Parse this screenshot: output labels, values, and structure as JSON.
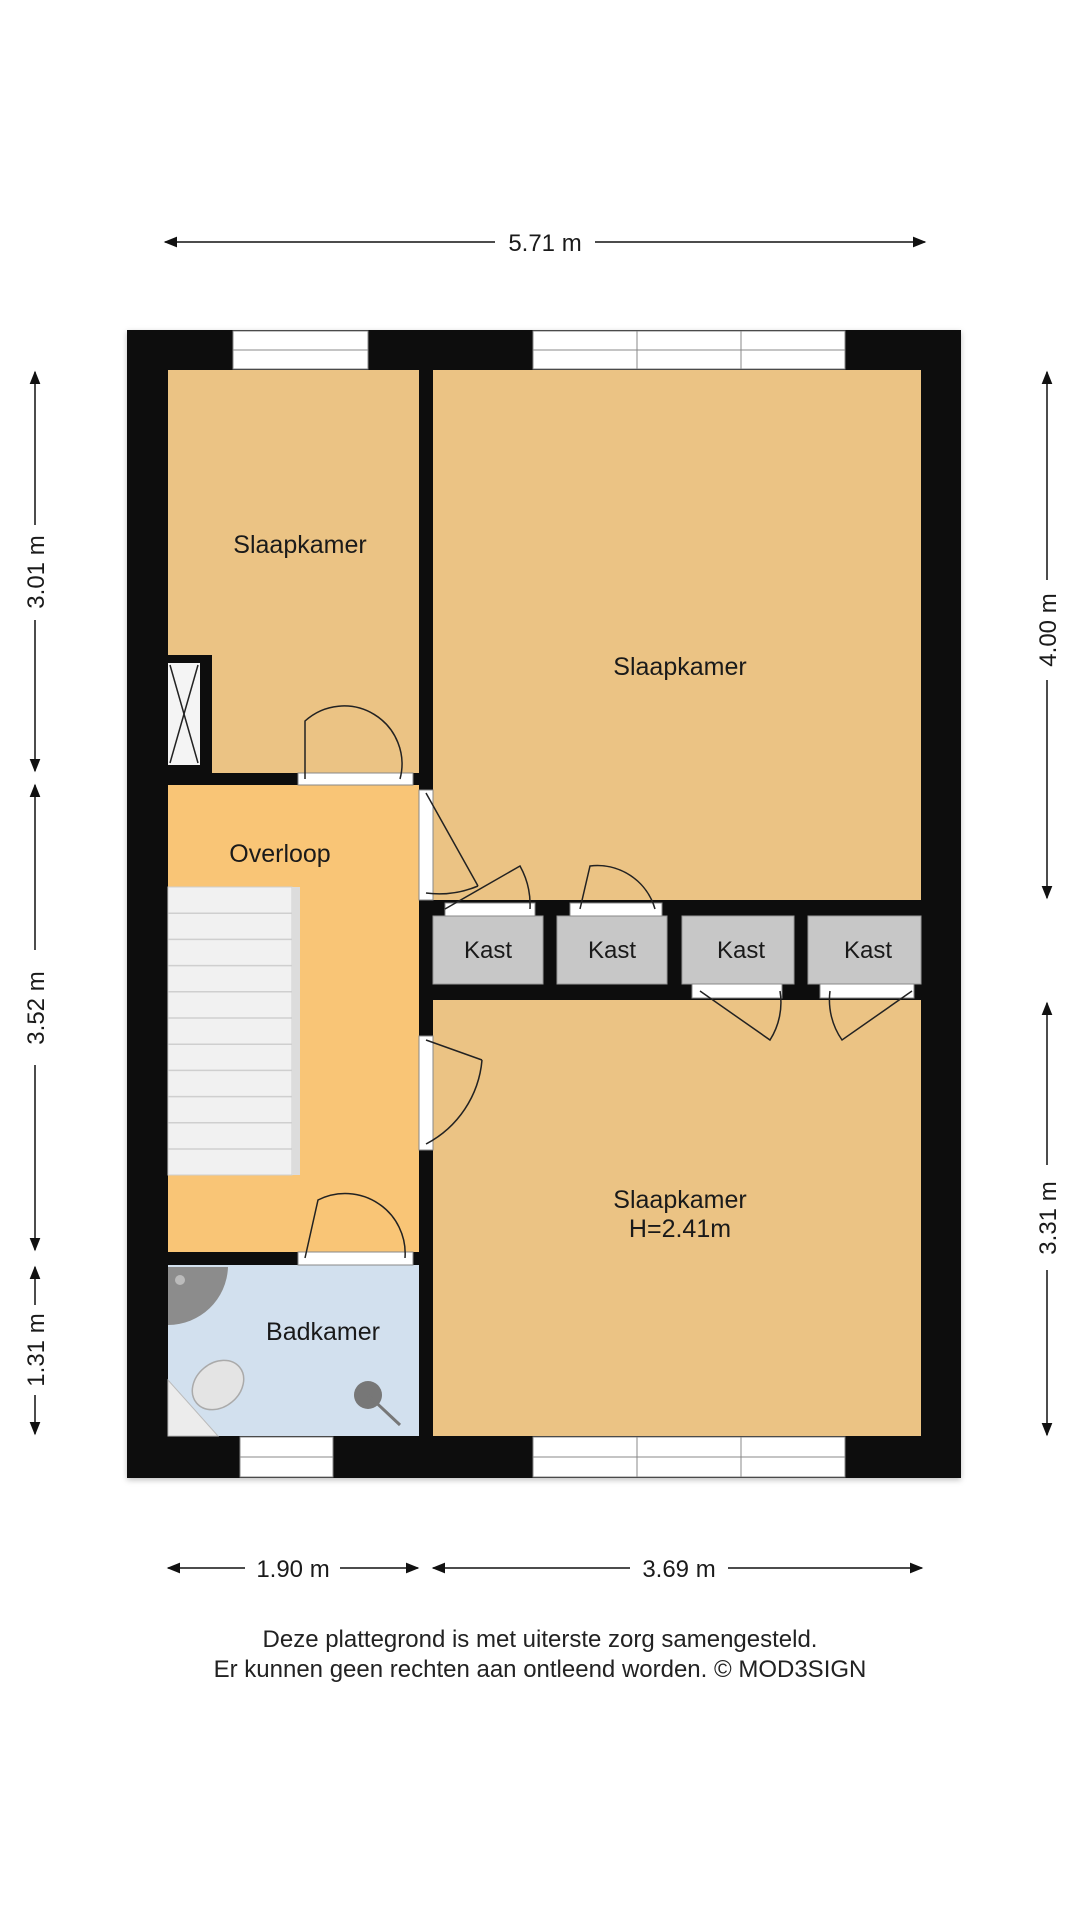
{
  "colors": {
    "wall": "#0d0d0d",
    "bedroom": "#ebc384",
    "landing": "#f9c576",
    "bathroom": "#d2e0ee",
    "closet": "#c7c7c7",
    "stairs": "#f1f1f1"
  },
  "rooms": {
    "bedroom_top_left": "Slaapkamer",
    "bedroom_top_right": "Slaapkamer",
    "landing": "Overloop",
    "bedroom_bottom": "Slaapkamer",
    "bedroom_bottom_height": "H=2.41m",
    "bathroom": "Badkamer"
  },
  "closets": [
    "Kast",
    "Kast",
    "Kast",
    "Kast"
  ],
  "dimensions": {
    "top_width": "5.71 m",
    "left_top": "3.01 m",
    "left_middle": "3.52 m",
    "left_bottom": "1.31 m",
    "right_top": "4.00 m",
    "right_bottom": "3.31 m",
    "bottom_left": "1.90 m",
    "bottom_right": "3.69 m"
  },
  "footer": {
    "line1": "Deze plattegrond is met uiterste zorg samengesteld.",
    "line2": "Er kunnen geen rechten aan ontleend worden. © MOD3SIGN"
  }
}
